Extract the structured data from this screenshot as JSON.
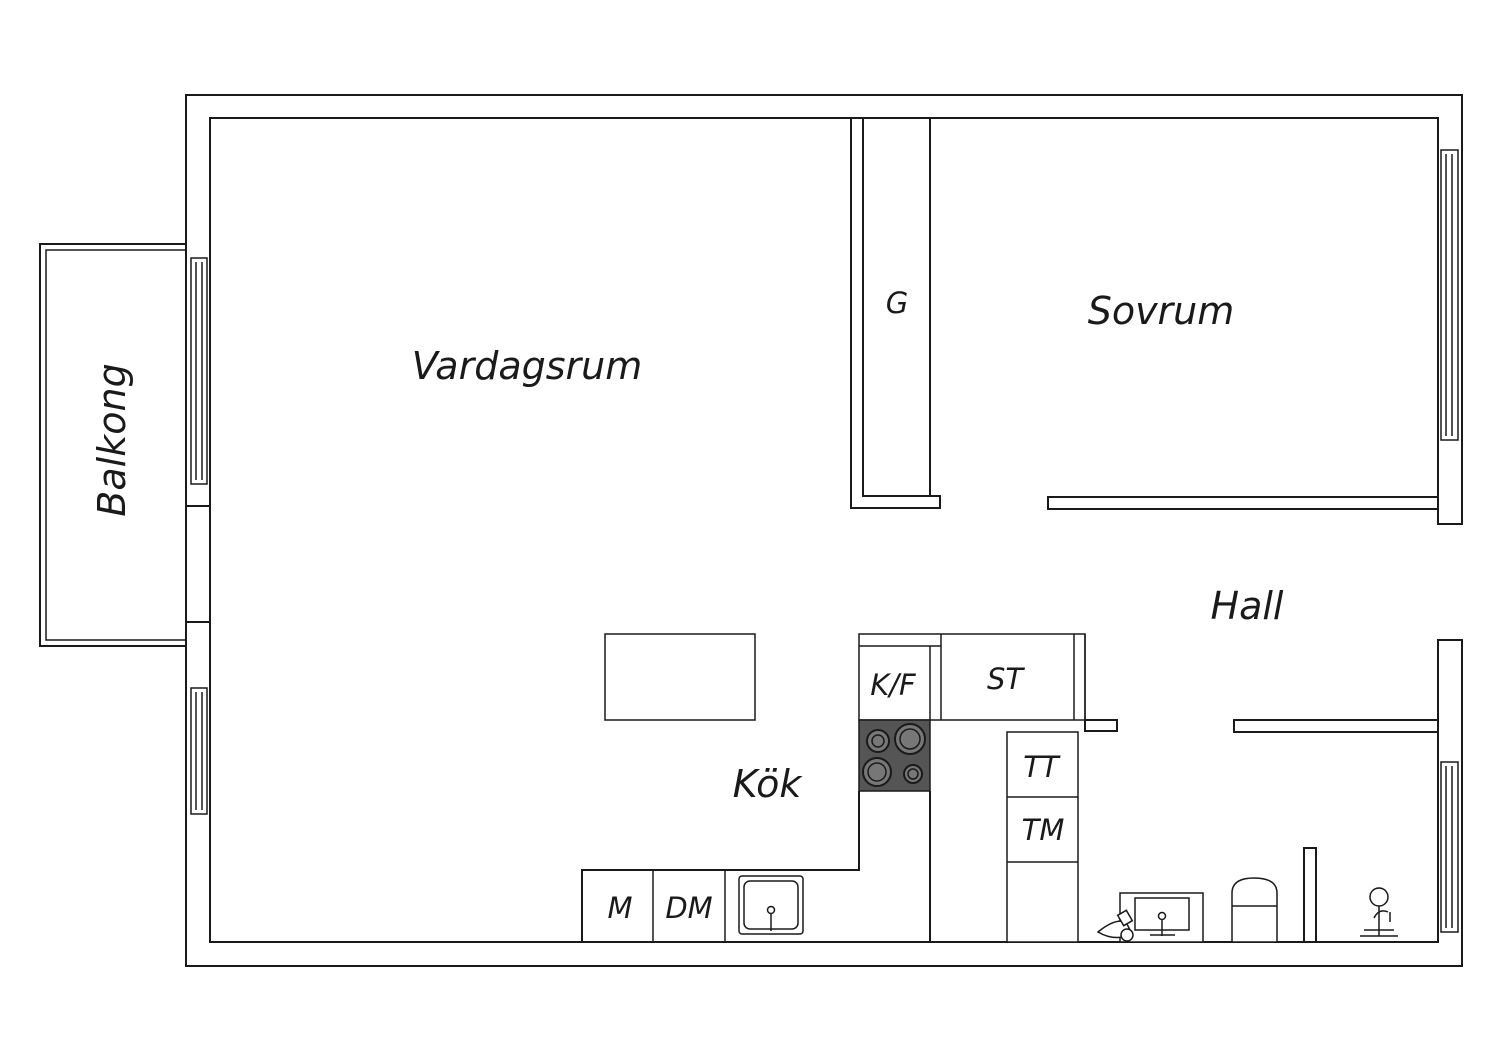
{
  "rooms": {
    "living": "Vardagsrum",
    "bedroom": "Sovrum",
    "hall": "Hall",
    "kitchen": "Kök",
    "balcony": "Balkong",
    "wardrobe": "G"
  },
  "fixtures": {
    "fridge_freezer": "K/F",
    "storage": "ST",
    "dryer": "TT",
    "washer": "TM",
    "microwave": "M",
    "dishwasher": "DM"
  }
}
